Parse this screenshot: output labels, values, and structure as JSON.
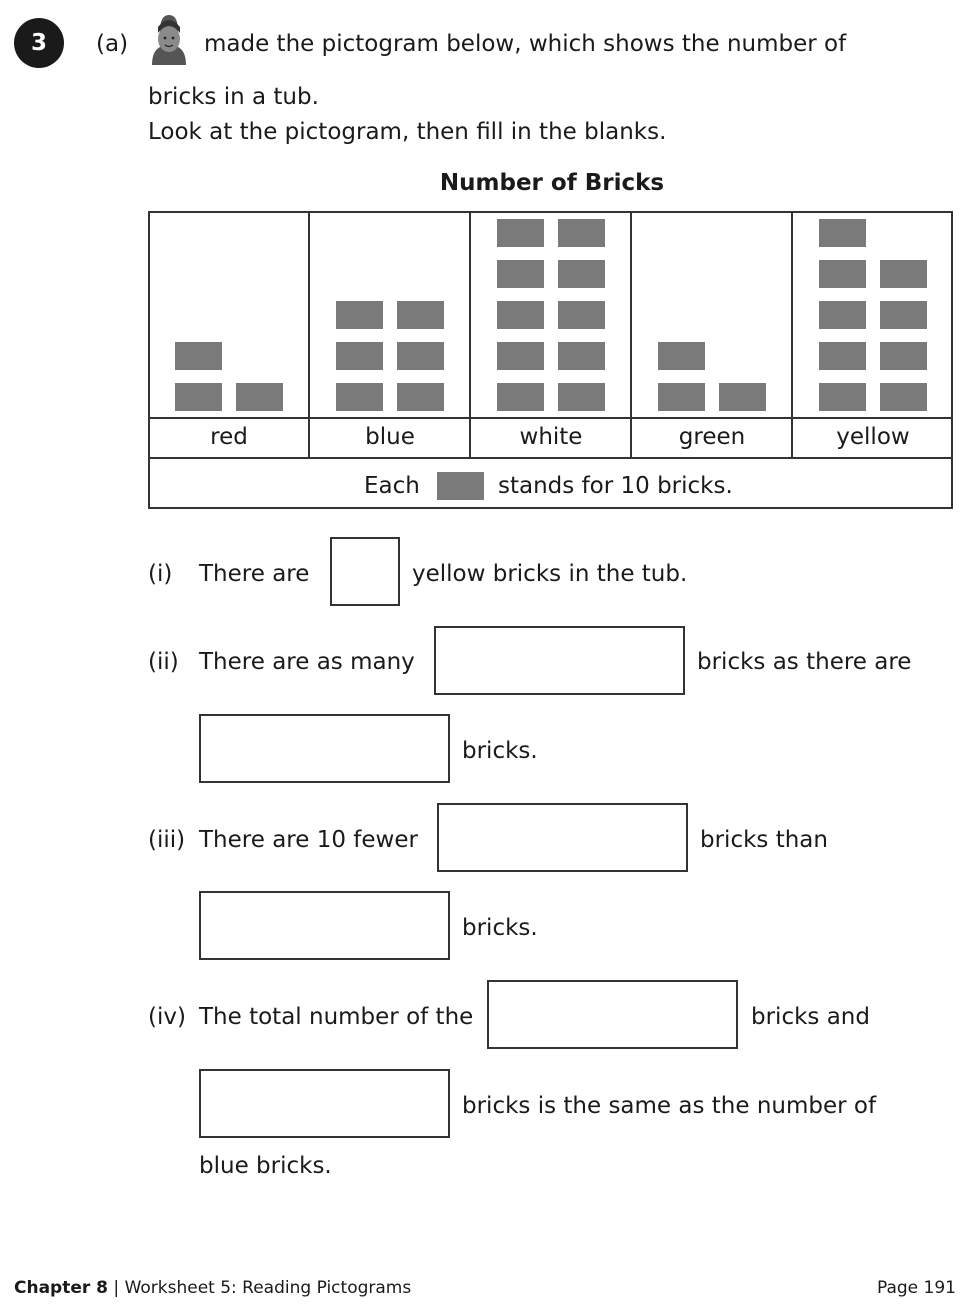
{
  "question": {
    "number": "3",
    "part": "(a)",
    "intro_line1": "made the pictogram below, which shows the number of",
    "intro_line2": "bricks in a tub.",
    "instruction": "Look at the pictogram, then fill in the blanks."
  },
  "chart_data": {
    "type": "pictogram",
    "title": "Number of Bricks",
    "categories": [
      "red",
      "blue",
      "white",
      "green",
      "yellow"
    ],
    "icon_counts": [
      3,
      6,
      10,
      3,
      9
    ],
    "key_prefix": "Each",
    "key_suffix": "stands for 10 bricks.",
    "units_per_icon": 10,
    "icon_color": "#7a7a7a"
  },
  "blanks": {
    "i_label": "(i)",
    "i_before": "There are",
    "i_after": "yellow bricks in the tub.",
    "ii_label": "(ii)",
    "ii_before": "There are as many",
    "ii_after": "bricks as there are",
    "ii_end": "bricks.",
    "iii_label": "(iii)",
    "iii_before": "There are 10 fewer",
    "iii_after": "bricks than",
    "iii_end": "bricks.",
    "iv_label": "(iv)",
    "iv_before": "The total number of the",
    "iv_after": "bricks and",
    "iv_middle": "bricks is the same as the number of",
    "iv_end": "blue bricks."
  },
  "footer": {
    "chapter": "Chapter 8",
    "worksheet": "Worksheet 5: Reading Pictograms",
    "page": "Page 191"
  }
}
